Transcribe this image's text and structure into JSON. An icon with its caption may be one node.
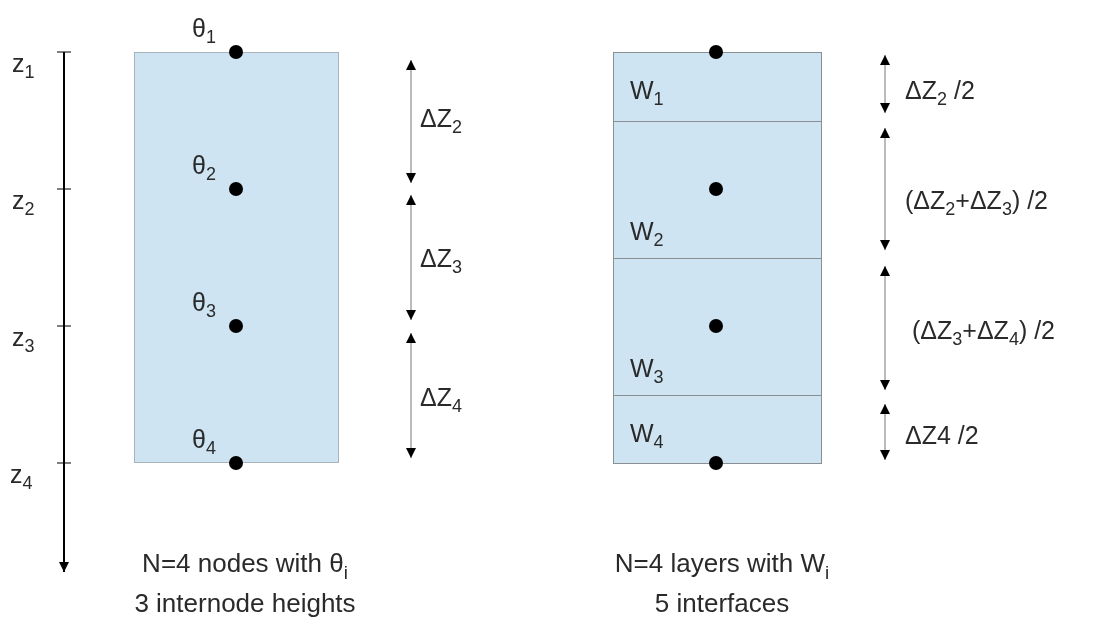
{
  "diagram": {
    "nodes": [
      {
        "text": [],
        "shape": "box"
      },
      {
        "text": [
          "W$_{1}$"
        ]
      },
      {
        "text": [
          "W$_{2}$"
        ]
      },
      {
        "text": [
          "W$_{3}$"
        ]
      },
      {
        "text": [
          "W$_{4}$"
        ]
      }
    ],
    "labels": [
      "θ$_{1}$",
      "θ$_{2}$",
      "θ$_{3}$",
      "θ$_{4}$",
      "z$_{1}$",
      "z$_{2}$",
      "z$_{3}$",
      "z$_{4}$",
      "ΔZ$_{2}$",
      "ΔZ$_{3}$",
      "ΔZ$_{4}$",
      "ΔZ$_{2}$ /2",
      "(ΔZ$_{2}$+ΔZ$_{3}$) /2",
      "(ΔZ$_{3}$+ΔZ$_{4}$) /2",
      "ΔZ4 /2",
      "N=4 nodes with θ$_{i}$",
      "3 internode heights",
      "N=4 layers with W$_{i}$",
      "5 interfaces"
    ]
  }
}
